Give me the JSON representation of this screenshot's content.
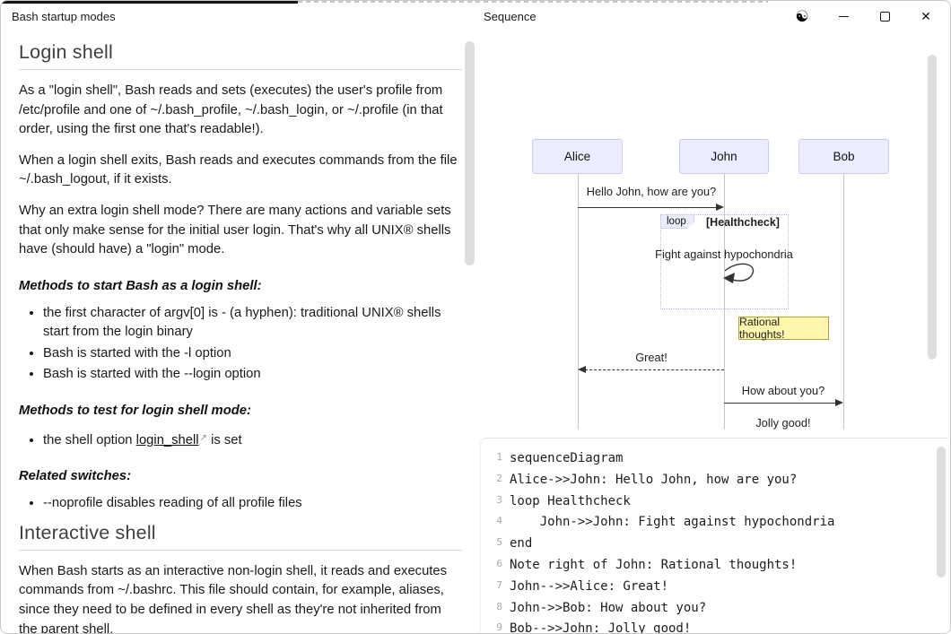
{
  "window": {
    "left_pane_title": "Bash startup modes",
    "right_pane_title": "Sequence",
    "controls": {
      "theme_icon_glyph": "☯",
      "close_glyph": "✕"
    }
  },
  "doc": {
    "h_login": "Login shell",
    "p1": "As a \"login shell\", Bash reads and sets (executes) the user's profile from /etc/profile and one of ~/.bash_profile, ~/.bash_login, or ~/.profile (in that order, using the first one that's readable!).",
    "p2": "When a login shell exits, Bash reads and executes commands from the file ~/.bash_logout, if it exists.",
    "p3": "Why an extra login shell mode? There are many actions and variable sets that only make sense for the initial user login. That's why all UNIX® shells have (should have) a \"login\" mode.",
    "h_start": "Methods to start Bash as a login shell:",
    "start_item1": "the first character of argv[0] is - (a hyphen): traditional UNIX® shells start from the login binary",
    "start_item2": "Bash is started with the -l option",
    "start_item3": "Bash is started with the --login option",
    "h_test": "Methods to test for login shell mode:",
    "test_item_pre": "the shell option ",
    "test_link_text": "login_shell",
    "external_link_glyph": "↗",
    "test_item_post": " is set",
    "h_related": "Related switches:",
    "related_item1": "--noprofile disables reading of all profile files",
    "h_interactive": "Interactive shell",
    "p4": "When Bash starts as an interactive non-login shell, it reads and executes commands from ~/.bashrc. This file should contain, for example, aliases, since they need to be defined in every shell as they're not inherited from the parent shell."
  },
  "diagram": {
    "actor_alice": "Alice",
    "actor_john": "John",
    "actor_bob": "Bob",
    "msg_hello": "Hello John, how are you?",
    "loop_label": "loop",
    "loop_condition": "[Healthcheck]",
    "msg_self": "Fight against hypochondria",
    "note_text": "Rational thoughts!",
    "msg_great": "Great!",
    "msg_how": "How about you?",
    "msg_jolly": "Jolly good!",
    "colors": {
      "actor_fill": "#ECECFF",
      "actor_border": "#c9c9f2",
      "note_fill": "#fff5ad",
      "note_border": "#a8a833",
      "arrow": "#333333"
    }
  },
  "code": {
    "lines": [
      {
        "num": "1",
        "text": "sequenceDiagram"
      },
      {
        "num": "2",
        "text": "Alice->>John: Hello John, how are you?"
      },
      {
        "num": "3",
        "text": "loop Healthcheck"
      },
      {
        "num": "4",
        "text": "    John->>John: Fight against hypochondria"
      },
      {
        "num": "5",
        "text": "end"
      },
      {
        "num": "6",
        "text": "Note right of John: Rational thoughts!"
      },
      {
        "num": "7",
        "text": "John-->>Alice: Great!"
      },
      {
        "num": "8",
        "text": "John->>Bob: How about you?"
      },
      {
        "num": "9",
        "text": "Bob-->>John: Jolly good!"
      }
    ]
  }
}
